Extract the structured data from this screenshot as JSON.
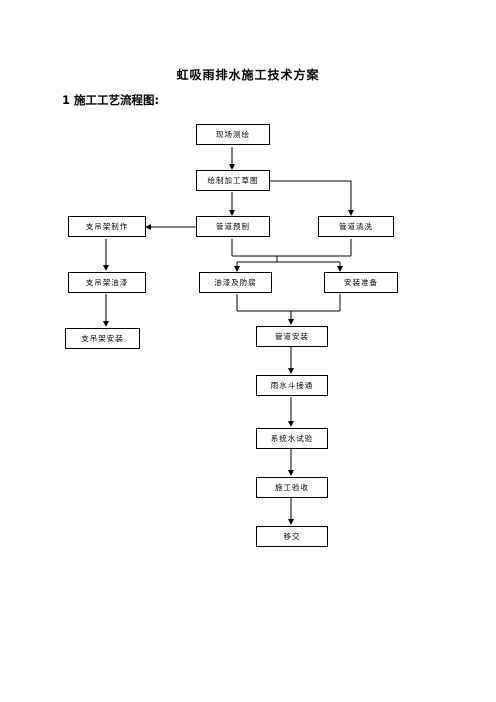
{
  "document": {
    "title": "虹吸雨排水施工技术方案",
    "section_heading": "1  施工工艺流程图:"
  },
  "flowchart": {
    "nodes": [
      {
        "id": "survey",
        "label": "现场测绘"
      },
      {
        "id": "draw",
        "label": "绘制加工草图"
      },
      {
        "id": "hanger_make",
        "label": "支吊架制作"
      },
      {
        "id": "pipe_prefab",
        "label": "管道预制"
      },
      {
        "id": "pipe_clean",
        "label": "管道清洗"
      },
      {
        "id": "hanger_paint",
        "label": "支吊架油漆"
      },
      {
        "id": "paint_anticorr",
        "label": "油漆及防腐"
      },
      {
        "id": "install_prep",
        "label": "安装准备"
      },
      {
        "id": "hanger_install",
        "label": "支吊架安装"
      },
      {
        "id": "pipe_install",
        "label": "管道安装"
      },
      {
        "id": "drain_connect",
        "label": "雨水斗接通"
      },
      {
        "id": "water_test",
        "label": "系统水试验"
      },
      {
        "id": "acceptance",
        "label": "施工验收"
      },
      {
        "id": "handover",
        "label": "移交"
      }
    ],
    "edges": [
      {
        "from": "survey",
        "to": "draw"
      },
      {
        "from": "draw",
        "to": "pipe_prefab"
      },
      {
        "from": "draw",
        "to": "pipe_clean"
      },
      {
        "from": "pipe_prefab",
        "to": "hanger_make"
      },
      {
        "from": "hanger_make",
        "to": "hanger_paint"
      },
      {
        "from": "hanger_paint",
        "to": "hanger_install"
      },
      {
        "from": "pipe_prefab",
        "to": "paint_anticorr"
      },
      {
        "from": "pipe_prefab",
        "to": "install_prep"
      },
      {
        "from": "pipe_clean",
        "to": "paint_anticorr"
      },
      {
        "from": "pipe_clean",
        "to": "install_prep"
      },
      {
        "from": "paint_anticorr",
        "to": "pipe_install"
      },
      {
        "from": "install_prep",
        "to": "pipe_install"
      },
      {
        "from": "pipe_install",
        "to": "drain_connect"
      },
      {
        "from": "drain_connect",
        "to": "water_test"
      },
      {
        "from": "water_test",
        "to": "acceptance"
      },
      {
        "from": "acceptance",
        "to": "handover"
      }
    ]
  }
}
